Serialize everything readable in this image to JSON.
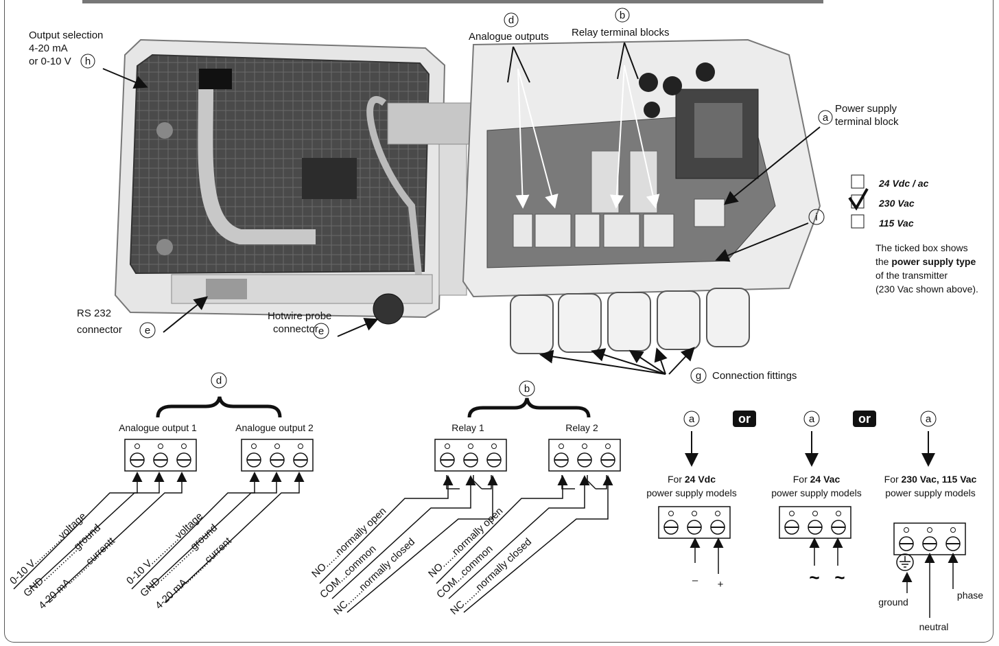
{
  "photo_labels": {
    "output_selection": [
      "Output selection",
      "4-20 mA",
      "or 0-10 V"
    ],
    "analogue_outputs": "Analogue outputs",
    "relay_terminal_blocks": "Relay terminal blocks",
    "power_supply": [
      "Power supply",
      "terminal block"
    ],
    "rs232": [
      "RS 232",
      "connector"
    ],
    "hotwire": [
      "Hotwire probe",
      "connector"
    ],
    "connection_fittings": "Connection fittings"
  },
  "markers": {
    "a": "a",
    "b": "b",
    "d": "d",
    "e": "e",
    "g": "g",
    "h": "h",
    "i": "i"
  },
  "supply_options": [
    {
      "label": "24 Vdc / ac",
      "checked": false
    },
    {
      "label": "230 Vac",
      "checked": true
    },
    {
      "label": "115 Vac",
      "checked": false
    }
  ],
  "supply_note": {
    "line1": "The ticked box shows",
    "line2_pre": "the ",
    "line2_bold": "power supply type",
    "line3": "of the transmitter",
    "line4": "(230 Vac shown above)."
  },
  "analogue": {
    "out1": "Analogue output 1",
    "out2": "Analogue output 2",
    "out1_lines": [
      "0-10 V.............voltage",
      "GND................ground",
      "4-20 mA.........currentt"
    ],
    "out2_lines": [
      "0-10 V.............voltage",
      "GND................ground",
      "4-20 mA..........current"
    ]
  },
  "relays": {
    "relay1": "Relay 1",
    "relay2": "Relay 2",
    "lines": [
      "NO......normally open",
      "COM...common",
      "NC.......normally closed"
    ]
  },
  "or_label": "or",
  "supplies": {
    "s24dc": {
      "pre": "For ",
      "bold": "24 Vdc",
      "line2": "power supply models",
      "minus": "–",
      "plus": "+"
    },
    "s24ac": {
      "pre": "For ",
      "bold": "24 Vac",
      "line2": "power supply models",
      "tilde": "~"
    },
    "s230": {
      "pre": "For ",
      "bold": "230 Vac, 115 Vac",
      "line2": "power supply models",
      "ground": "ground",
      "neutral": "neutral",
      "phase": "phase"
    }
  }
}
